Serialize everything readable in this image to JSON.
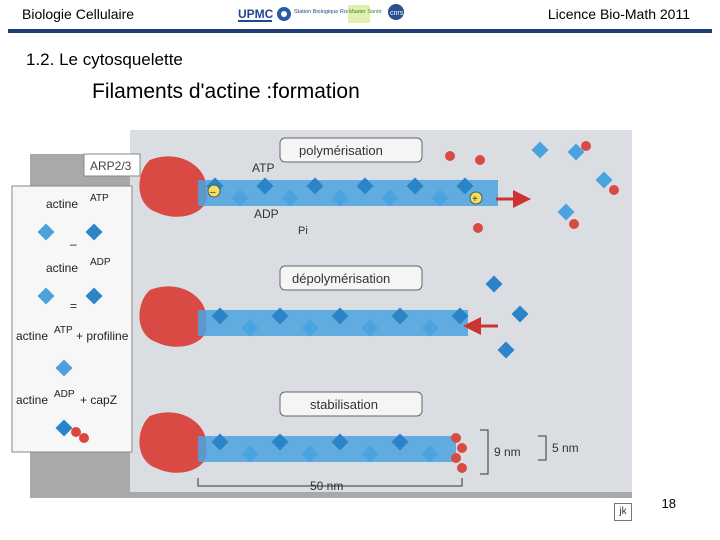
{
  "header": {
    "left": "Biologie Cellulaire",
    "right": "Licence Bio-Math 2011",
    "logos": {
      "upmc": "UPMC",
      "station": "Station Biologique Roscoff",
      "master": "Master Santé",
      "cnrs": "cnrs"
    }
  },
  "section": "1.2. Le cytosquelette",
  "subtitle": "Filaments d'actine :formation",
  "figure": {
    "arp_label": "ARP2/3",
    "legend": {
      "actine": "actine",
      "atp": "ATP",
      "adp": "ADP",
      "profiline": "+ profiline",
      "capz": "+ capZ"
    },
    "panels": {
      "polymerisation": "polymérisation",
      "depolymerisation": "dépolymérisation",
      "stabilisation": "stabilisation"
    },
    "labels": {
      "atp": "ATP",
      "adp": "ADP",
      "pi": "Pi",
      "dim_9nm": "9 nm",
      "dim_5nm": "5 nm",
      "dim_50nm": "50 nm"
    }
  },
  "footer": {
    "page": "18",
    "mark": "jk"
  }
}
